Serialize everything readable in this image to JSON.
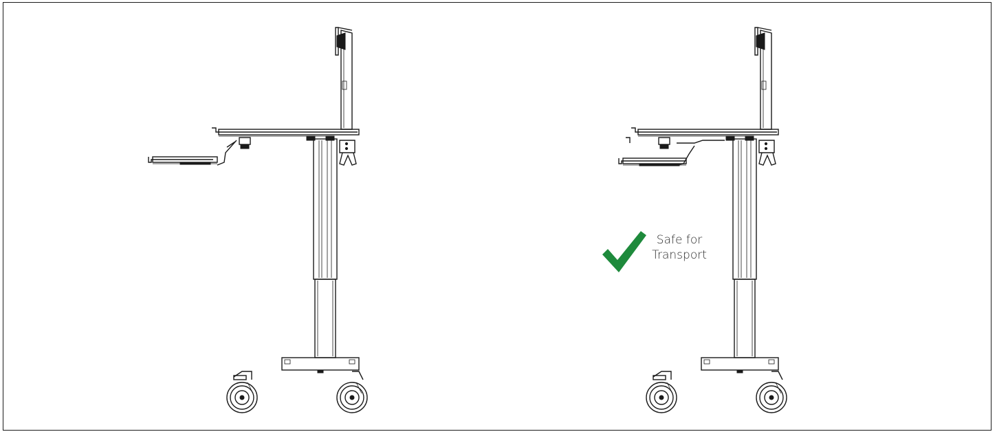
{
  "carts": [
    {
      "id": "cart-extended",
      "state": "keyboard tray extended"
    },
    {
      "id": "cart-transport",
      "state": "keyboard tray retracted"
    }
  ],
  "status": {
    "line1": "Safe for",
    "line2": "Transport",
    "icon": "checkmark-icon",
    "color": "#1e8a3c"
  }
}
